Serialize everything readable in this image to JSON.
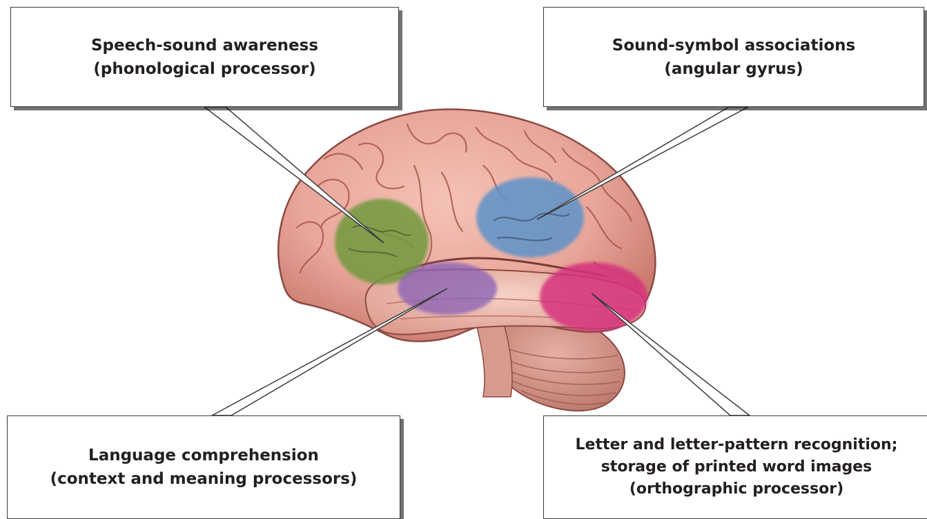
{
  "labels": {
    "phonological": {
      "line1": "Speech-sound awareness",
      "line2": "(phonological processor)"
    },
    "angular": {
      "line1": "Sound-symbol associations",
      "line2": "(angular gyrus)"
    },
    "comprehension": {
      "line1": "Language comprehension",
      "line2": "(context and meaning processors)"
    },
    "orthographic": {
      "line1": "Letter and letter-pattern recognition;",
      "line2": "storage of printed word images",
      "line3": "(orthographic processor)"
    }
  },
  "region_colors": {
    "phonological": "#6f9a3c",
    "angular": "#5b93c9",
    "comprehension": "#8b62b5",
    "orthographic": "#d6307e",
    "brain_tissue": "#e9a69a",
    "brain_outline": "#8a4a42"
  }
}
